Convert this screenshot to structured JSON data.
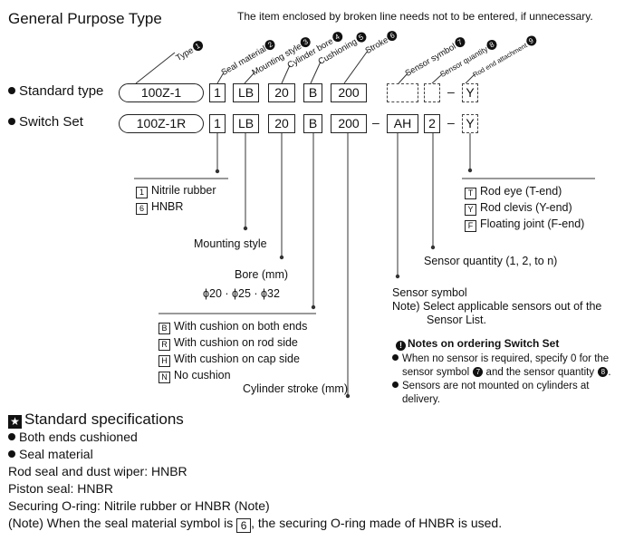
{
  "title": "General Purpose Type",
  "top_note": "The item enclosed by broken line needs not to be entered, if unnecessary.",
  "diag": {
    "type": "Type",
    "seal": "Seal material",
    "mount": "Mounting style",
    "bore": "Cylinder bore",
    "cushion": "Cushioning",
    "stroke": "Stroke",
    "sensor_sym": "Sensor symbol",
    "sensor_qty": "Sensor quantity",
    "rod_end": "Rod end attachment"
  },
  "nums": [
    "1",
    "2",
    "3",
    "4",
    "5",
    "6",
    "7",
    "8",
    "9"
  ],
  "standard": {
    "label": "Standard type",
    "type": "100Z-1",
    "seal": "1",
    "mount": "LB",
    "bore": "20",
    "cushion": "B",
    "stroke": "200",
    "rod_end": "Y"
  },
  "switchset": {
    "label": "Switch Set",
    "type": "100Z-1R",
    "seal": "1",
    "mount": "LB",
    "bore": "20",
    "cushion": "B",
    "stroke": "200",
    "sensor": "AH",
    "qty": "2",
    "rod_end": "Y"
  },
  "dash": "–",
  "seal_options": [
    {
      "code": "1",
      "text": "Nitrile rubber"
    },
    {
      "code": "6",
      "text": "HNBR"
    }
  ],
  "rod_options": [
    {
      "code": "T",
      "text": "Rod eye (T-end)"
    },
    {
      "code": "Y",
      "text": "Rod clevis (Y-end)"
    },
    {
      "code": "F",
      "text": "Floating joint (F-end)"
    }
  ],
  "mounting_style": "Mounting style",
  "bore_label": "Bore (mm)",
  "bore_values": "ϕ20 · ϕ25 · ϕ32",
  "sensor_qty_label": "Sensor quantity (1, 2, to n)",
  "sensor_symbol": {
    "label": "Sensor symbol",
    "note1": "Note) Select applicable sensors out of the",
    "note2": "Sensor List."
  },
  "cushion_options": [
    {
      "code": "B",
      "text": "With cushion on both ends"
    },
    {
      "code": "R",
      "text": "With cushion on rod side"
    },
    {
      "code": "H",
      "text": "With cushion on cap side"
    },
    {
      "code": "N",
      "text": "No cushion"
    }
  ],
  "switch_notes": {
    "heading": "Notes on ordering Switch Set",
    "n1a": "When no sensor is required, specify 0 for the",
    "n1b_pre": "sensor symbol",
    "n1b_mid": "and the sensor quantity",
    "n1b_post": ".",
    "n2a": "Sensors are not mounted on cylinders at",
    "n2b": "delivery."
  },
  "stroke_label": "Cylinder stroke (mm)",
  "specs": {
    "heading": "Standard specifications",
    "b1": "Both ends cushioned",
    "b2": "Seal material",
    "l1": "Rod seal and dust wiper: HNBR",
    "l2": "Piston seal: HNBR",
    "l3": "Securing O-ring: Nitrile rubber or HNBR (Note)",
    "l4_pre": "(Note) When the seal material symbol is",
    "l4_code": "6",
    "l4_post": ", the securing O-ring made of HNBR is used."
  }
}
